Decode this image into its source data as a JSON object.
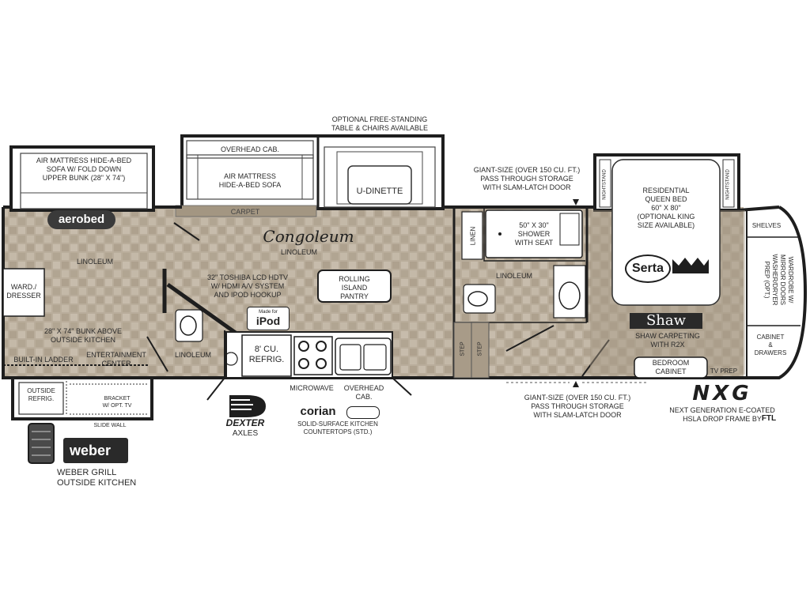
{
  "labels": {
    "optional_table": "OPTIONAL FREE-STANDING\nTABLE & CHAIRS AVAILABLE",
    "air_mattress_bunk": "AIR MATTRESS HIDE-A-BED\nSOFA W/ FOLD DOWN\nUPPER BUNK (28\" x 74\")",
    "overhead_cab": "OVERHEAD CAB.",
    "air_mattress_sofa": "AIR MATTRESS\nHIDE-A-BED SOFA",
    "carpet": "CARPET",
    "u_dinette": "U-DINETTE",
    "linoleum_left": "LINOLEUM",
    "linoleum_center": "LINOLEUM",
    "linoleum_bath": "LINOLEUM",
    "linoleum_toilet": "LINOLEUM",
    "wardrobe_dresser": "WARD./\nDRESSER",
    "bunk_above": "28\" X 74\" BUNK ABOVE\nOUTSIDE KITCHEN",
    "built_in_ladder": "BUILT-IN LADDER",
    "entertainment_center": "ENTERTAINMENT\nCENTER",
    "hdtv": "32\" TOSHIBA LCD HDTV\nW/ HDMI A/V SYSTEM\nAND IPOD HOOKUP",
    "rolling_island": "ROLLING\nISLAND\nPANTRY",
    "refrig": "8' CU.\nREFRIG.",
    "microwave": "MICROWAVE",
    "overhead_cab_kitchen": "OVERHEAD\nCAB.",
    "outside_refrig": "OUTSIDE\nREFRIG.",
    "bracket": "BRACKET\nW/ OPT. TV",
    "slide_wall": "SLIDE WALL",
    "storage_top": "GIANT-SIZE (OVER 150 CU. FT.)\nPASS THROUGH STORAGE\nWITH SLAM-LATCH DOOR",
    "storage_bottom": "GIANT-SIZE (OVER 150 CU. FT.)\nPASS THROUGH STORAGE\nWITH SLAM-LATCH DOOR",
    "linen": "LINEN",
    "shower": "50\" x 30\"\nSHOWER\nWITH SEAT",
    "step1": "STEP",
    "step2": "STEP",
    "residential_bed": "RESIDENTIAL\nQUEEN BED\n60\" x 80\"\n(OPTIONAL KING\nSIZE AVAILABLE)",
    "nightstand_left": "NIGHTSTAND",
    "nightstand_right": "NIGHTSTAND",
    "shelves": "SHELVES",
    "wardrobe_mirror": "WARDROBE W/\nMIRROR DOORS\nWASHER/DRYER\nPREP (OPT.)",
    "cabinet_drawers": "CABINET\n&\nDRAWERS",
    "shaw_carpeting": "SHAW CARPETING\nWITH R2X",
    "bedroom_cabinet": "BEDROOM\nCABINET",
    "tv_prep": "TV PREP",
    "dexter_axles": "AXLES",
    "corian_caption": "SOLID-SURFACE KITCHEN\nCOUNTERTOPS (STD.)",
    "weber_caption": "WEBER GRILL\nOUTSIDE KITCHEN",
    "nxg_caption": "NEXT GENERATION E-COATED\nHSLA DROP FRAME BY"
  },
  "logos": {
    "aerobed": "aerobed",
    "congoleum": "Congoleum",
    "ipod_made_for": "Made for",
    "ipod": "iPod",
    "serta": "Serta",
    "shaw": "Shaw",
    "dexter": "DEXTER",
    "corian": "corian",
    "weber": "weber",
    "nxg": "NXG",
    "frame_maker": "FTL"
  },
  "colors": {
    "floor": "#b7ab99",
    "floor_light": "#cdc3b4",
    "wall": "#1e1e1e",
    "carpet": "#a39682"
  }
}
